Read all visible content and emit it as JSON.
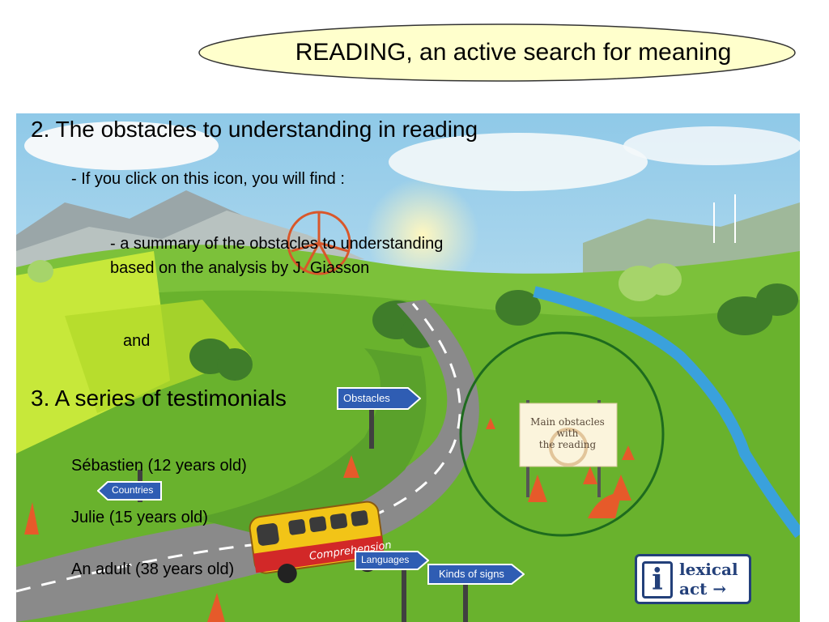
{
  "title": "READING, an active search for meaning",
  "content": {
    "section2_heading": "2. The obstacles to understanding in reading",
    "icon_hint": "-  If you click on this icon, you will find :",
    "summary_line1": "- a summary of the obstacles to understanding",
    "summary_line2": "based on the analysis by J. Giasson",
    "and": "and",
    "section3_heading": "3. A series of testimonials",
    "testimonials": [
      "Sébastien (12 years old)",
      "Julie (15 years old)",
      "An adult (38 years old)"
    ]
  },
  "signs": {
    "obstacles": "Obstacles",
    "countries": "Countries",
    "languages": "Languages",
    "kinds_of_signs": "Kinds of signs"
  },
  "board": {
    "line1": "Main obstacles",
    "line2": "with",
    "line3": "the reading"
  },
  "bus_text": "Comprehension",
  "lexical_act": {
    "icon": "i",
    "line1": "lexical",
    "line2": "act  →"
  },
  "colors": {
    "title_oval_fill": "#ffffcc",
    "circle_stroke": "#1e6b1e",
    "sign_blue": "#2f5db3",
    "lexical_blue": "#23407a"
  }
}
